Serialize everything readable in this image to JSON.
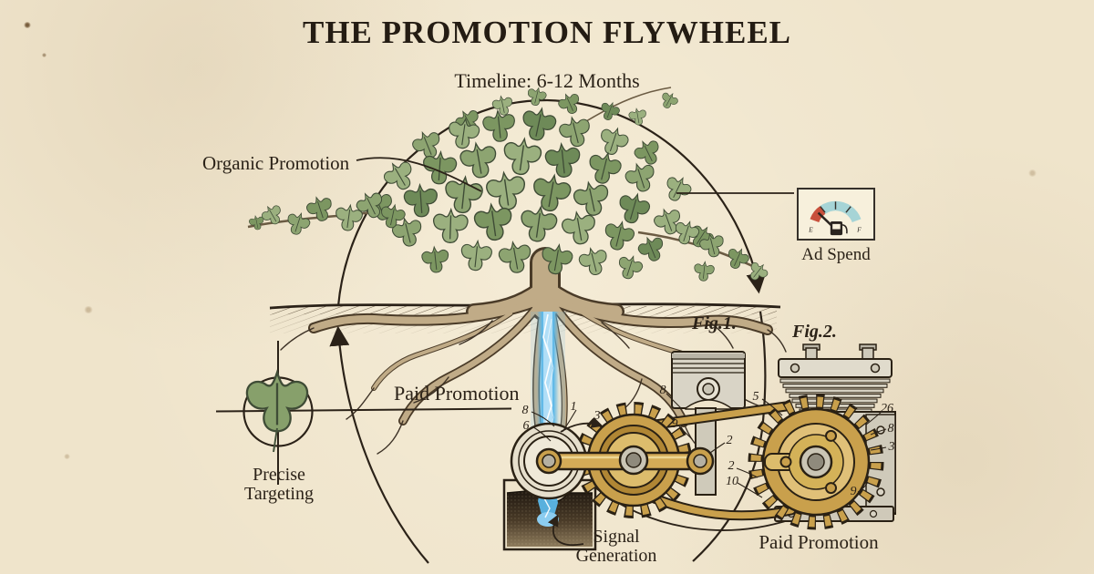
{
  "title": "THE PROMOTION FLYWHEEL",
  "subtitle": "Timeline: 6-12 Months",
  "labels": {
    "organic_promotion": "Organic Promotion",
    "ad_spend": "Ad Spend",
    "paid_promotion_mid": "Paid Promotion",
    "paid_promotion_bottom": "Paid Promotion",
    "precise_line1": "Precise",
    "precise_line2": "Targeting",
    "signal_line1": "Signal",
    "signal_line2": "Generation",
    "fig1": "Fig.1.",
    "fig2": "Fig.2."
  },
  "gauge": {
    "empty_label": "E",
    "full_label": "F",
    "needle_position": "low",
    "low_color": "#c8503c",
    "high_color": "#a6d4d6"
  },
  "figures": {
    "numerals": [
      "8",
      "6",
      "1",
      "3",
      "8",
      "9",
      "2",
      "5",
      "2",
      "10",
      "9",
      "26",
      "8",
      "3"
    ]
  },
  "colors": {
    "background": "#efe4cb",
    "ink": "#2b2218",
    "leaf_green": "#87a06b",
    "brass": "#c9a04c",
    "signal_blue": "#5bb7e8",
    "root_tan": "#c0ab87"
  }
}
